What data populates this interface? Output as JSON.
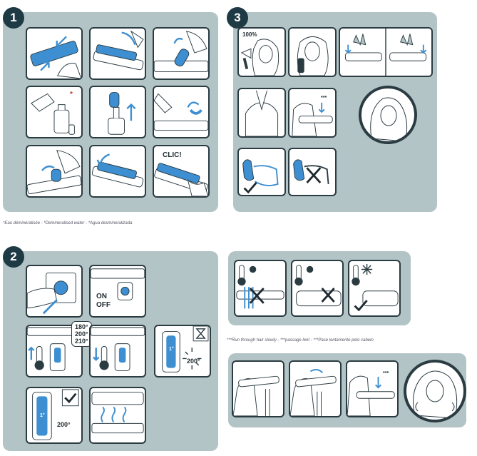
{
  "steps": {
    "step1": "1",
    "step2": "2",
    "step3": "3"
  },
  "panel1": {
    "footnote": "*Eau déminéralisée - *Demineralised water - *Agua desmineralizada",
    "clic_label": "CLIC!",
    "star_mark": "*"
  },
  "panel2": {
    "on_label": "ON",
    "off_label": "OFF",
    "temps": [
      "180°",
      "200°",
      "210°"
    ],
    "display_temp": "200°",
    "display_unit": "1°"
  },
  "panel3": {
    "power_label": "100%",
    "stars": "***"
  },
  "panel4": {
    "footnote": "***Run through hair slowly - ***passage lent - ***Pase lentamente pelo cabelo",
    "stars": "***"
  },
  "colors": {
    "panel": "#b3c4c6",
    "accent": "#3d8fd1",
    "ink": "#2b3b42"
  },
  "icons": [
    "arrow-icon",
    "thermometer-icon",
    "sun-icon",
    "snowflake-icon",
    "hourglass-icon",
    "checkmark-icon",
    "cross-icon",
    "hand-icon"
  ]
}
